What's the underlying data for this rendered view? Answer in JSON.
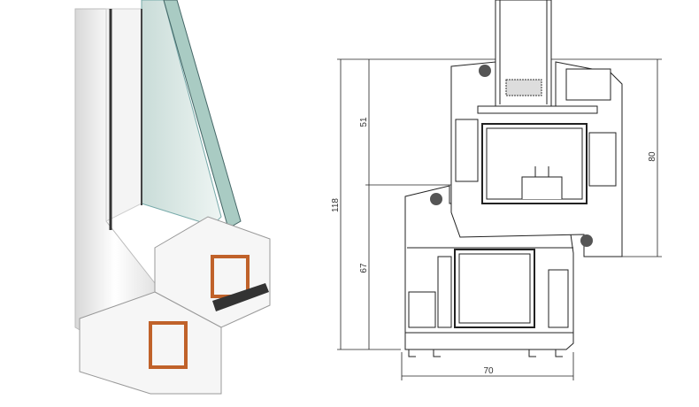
{
  "drawing": {
    "dimensions": {
      "total_height": "118",
      "sash_height": "51",
      "frame_height": "67",
      "right_height": "80",
      "frame_depth": "70"
    }
  },
  "colors": {
    "line": "#222222",
    "reinforcement": "#c0622a",
    "glass": "#8fb8b0"
  }
}
